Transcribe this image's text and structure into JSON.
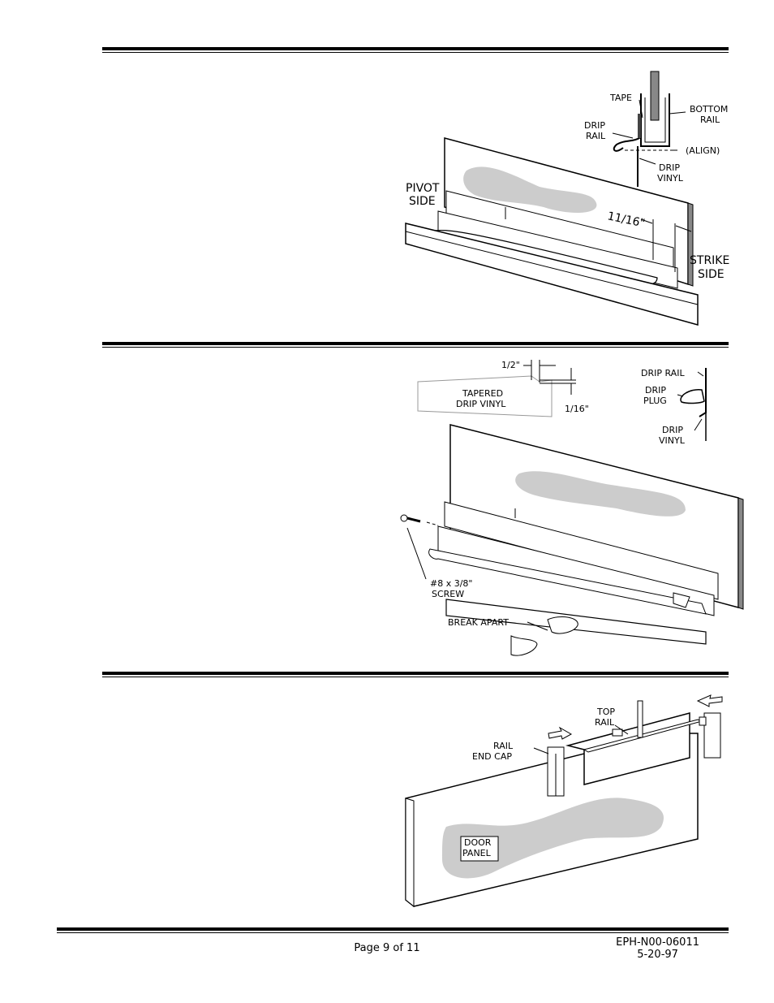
{
  "figure1": {
    "labels": {
      "tape": "TAPE",
      "bottom_rail_1": "BOTTOM",
      "bottom_rail_2": "RAIL",
      "drip_rail_1": "DRIP",
      "drip_rail_2": "RAIL",
      "align": "(ALIGN)",
      "drip_vinyl_1": "DRIP",
      "drip_vinyl_2": "VINYL",
      "pivot_side_1": "PIVOT",
      "pivot_side_2": "SIDE",
      "dimension": "11/16\"",
      "strike_side_1": "STRIKE",
      "strike_side_2": "SIDE"
    }
  },
  "figure2": {
    "labels": {
      "half_inch": "1/2\"",
      "tapered_1": "TAPERED",
      "tapered_2": "DRIP VINYL",
      "sixteenth": "1/16\"",
      "drip_rail": "DRIP RAIL",
      "drip_plug_1": "DRIP",
      "drip_plug_2": "PLUG",
      "drip_vinyl_1": "DRIP",
      "drip_vinyl_2": "VINYL",
      "screw_1": "#8 x 3/8\"",
      "screw_2": "SCREW",
      "break_apart": "BREAK APART"
    }
  },
  "figure3": {
    "labels": {
      "top_rail_1": "TOP",
      "top_rail_2": "RAIL",
      "rail_end_cap_1": "RAIL",
      "rail_end_cap_2": "END CAP",
      "door_panel_1": "DOOR",
      "door_panel_2": "PANEL"
    }
  },
  "footer": {
    "page": "Page 9 of 11",
    "doc_number": "EPH-N00-06011",
    "date": "5-20-97"
  }
}
